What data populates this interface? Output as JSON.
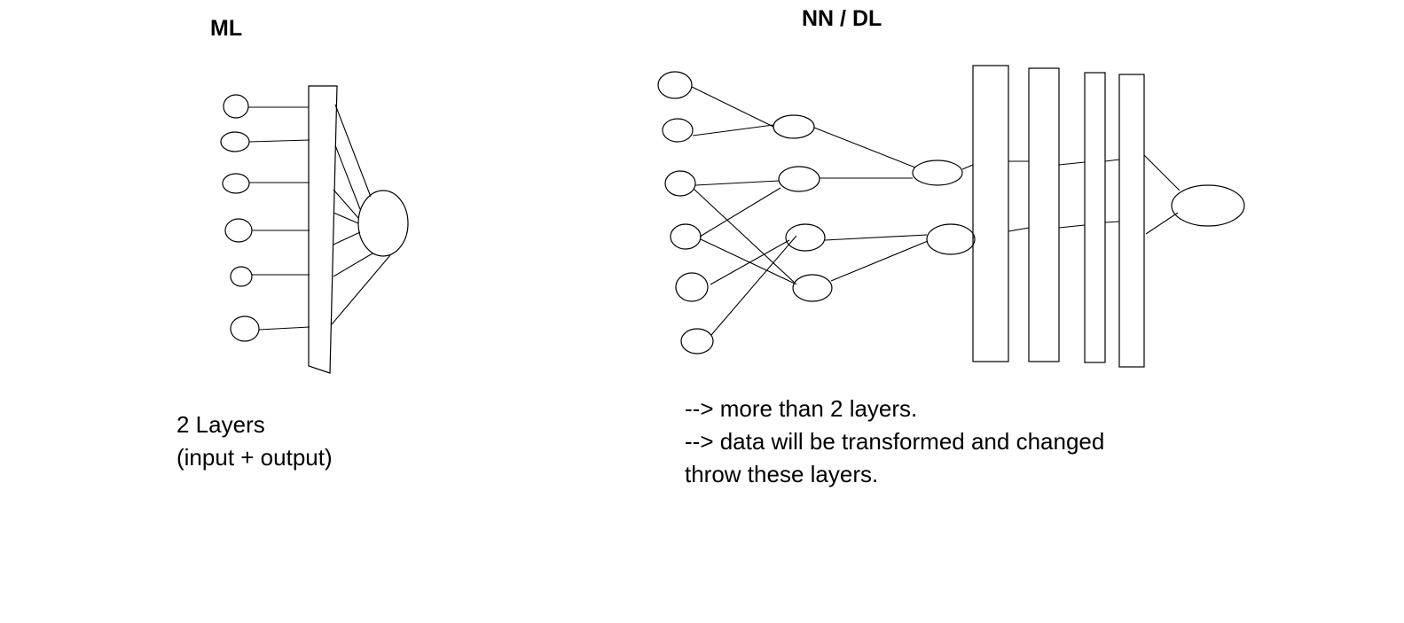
{
  "ml": {
    "title": "ML",
    "caption": [
      "2 Layers",
      "(input + output)"
    ]
  },
  "nn": {
    "title": "NN / DL",
    "caption": [
      "--> more than 2 layers.",
      "--> data will be transformed and changed",
      "throw these layers."
    ]
  },
  "colors": {
    "background": "#ffffff",
    "stroke": "#000000"
  }
}
